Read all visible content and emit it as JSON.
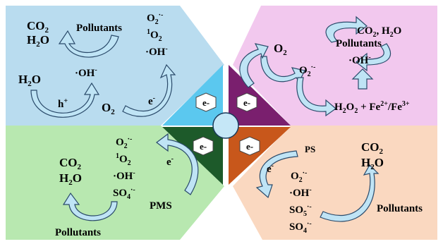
{
  "quadrants": {
    "top_left": {
      "color": "#b9dcef",
      "co2": "CO2",
      "h2o": "H2O",
      "pollutants": "Pollutants",
      "oh": "·OH-",
      "h2o_2": "H2O",
      "hplus": "h+",
      "o2": "O2",
      "e": "e-",
      "o2rad": "O2·-",
      "singlet": "1O2",
      "oh2": "·OH-"
    },
    "top_right": {
      "color": "#f2c8ee",
      "co2h2o": "CO2, H2O",
      "pollutants": "Pollutants",
      "oh": "·OH-",
      "o2": "O2",
      "o2rad": "O2·-",
      "h2o2": "H2O2 + Fe2+/Fe3+"
    },
    "bottom_left": {
      "color": "#b8e8b0",
      "co2": "CO2",
      "h2o": "H2O",
      "o2rad": "O2·-",
      "singlet": "1O2",
      "oh": "·OH-",
      "so4": "SO4·-",
      "e": "e-",
      "pms": "PMS",
      "pollutants": "Pollutants"
    },
    "bottom_right": {
      "color": "#fad8c0",
      "ps": "PS",
      "e": "e-",
      "co2": "CO2",
      "h2o": "H2O",
      "o2rad": "O2·-",
      "oh": "·OH-",
      "so5": "SO5·-",
      "so4": "SO4·-",
      "pollutants": "Pollutants"
    }
  },
  "center": {
    "electron_label": "e-",
    "triangle_colors": {
      "top_left": "#5bc8ef",
      "top_right": "#7a1f6e",
      "bottom_left": "#1d5a2a",
      "bottom_right": "#c8571b"
    },
    "circle_color": "#c5e7f7"
  }
}
